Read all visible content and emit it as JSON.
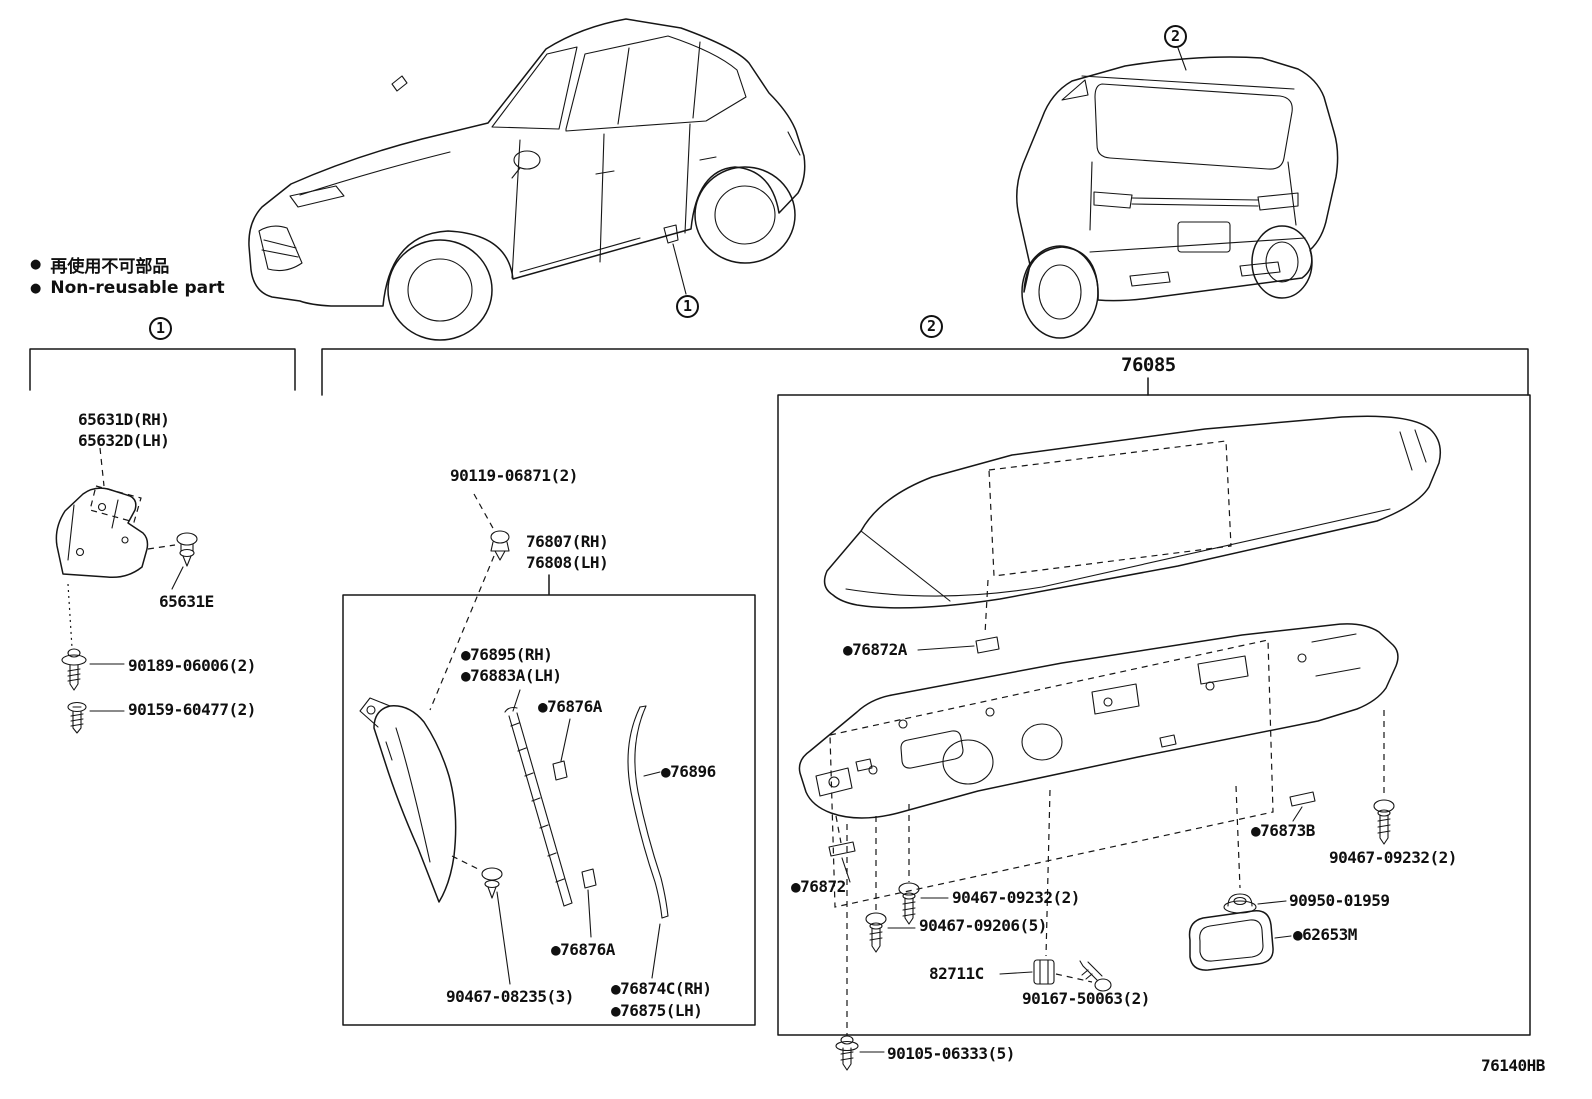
{
  "page": {
    "doc_code": "76140HB",
    "background": "#ffffff",
    "ink": "#161616"
  },
  "legend": {
    "bullet": "●",
    "line1_jp": "再使用不可部品",
    "line2_en": "Non-reusable part"
  },
  "callouts": {
    "one": "1",
    "two": "2"
  },
  "sections": {
    "spoiler_assembly_code": "76085"
  },
  "labels": {
    "l_65631d_rh": "65631D(RH)",
    "l_65632d_lh": "65632D(LH)",
    "l_65631e": "65631E",
    "l_90189_06006": "90189-06006(2)",
    "l_90159_60477": "90159-60477(2)",
    "l_90119_06871": "90119-06871(2)",
    "l_76807_rh": "76807(RH)",
    "l_76808_lh": "76808(LH)",
    "l_76895_rh": "●76895(RH)",
    "l_76883a_lh": "●76883A(LH)",
    "l_76876a_upper": "●76876A",
    "l_76896": "●76896",
    "l_76876a_lower": "●76876A",
    "l_90467_08235": "90467-08235(3)",
    "l_76874c_rh": "●76874C(RH)",
    "l_76875_lh": "●76875(LH)",
    "l_76872a": "●76872A",
    "l_76872": "●76872",
    "l_76873b": "●76873B",
    "l_90467_09232_a": "90467-09232(2)",
    "l_90467_09232_b": "90467-09232(2)",
    "l_90467_09206": "90467-09206(5)",
    "l_90950_01959": "90950-01959",
    "l_62653m": "●62653M",
    "l_82711c": "82711C",
    "l_90167_50063": "90167-50063(2)",
    "l_90105_06333": "90105-06333(5)"
  }
}
